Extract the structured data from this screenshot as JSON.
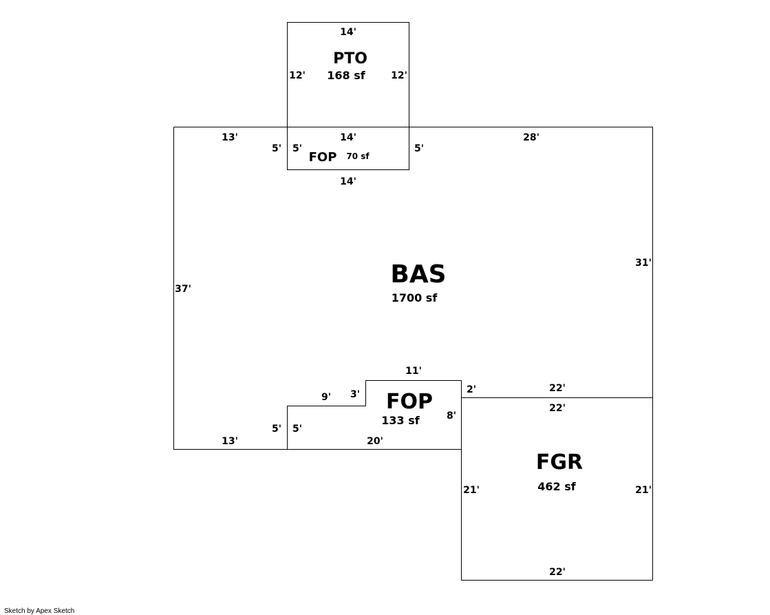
{
  "areas": {
    "bas": {
      "name": "BAS",
      "sf": "1700 sf"
    },
    "pto": {
      "name": "PTO",
      "sf": "168 sf"
    },
    "fop_top": {
      "name": "FOP",
      "sf": "70 sf"
    },
    "fop_bottom": {
      "name": "FOP",
      "sf": "133 sf"
    },
    "fgr": {
      "name": "FGR",
      "sf": "462 sf"
    }
  },
  "dimensions": {
    "pto_top": "14'",
    "pto_left": "12'",
    "pto_right": "12'",
    "bas_top_left": "13'",
    "fop_top_top": "14'",
    "fop_top_left_outer": "5'",
    "fop_top_left_inner": "5'",
    "fop_top_right": "5'",
    "fop_top_bottom": "14'",
    "bas_top_right": "28'",
    "bas_left": "37'",
    "bas_right": "31'",
    "fop_bottom_top": "11'",
    "fop_bottom_step_width": "9'",
    "fop_bottom_step_height": "3'",
    "fop_bottom_right": "8'",
    "fop_bottom_bottom": "20'",
    "fop_bottom_left_outer": "5'",
    "fop_bottom_left_inner": "5'",
    "bas_bottom_left": "13'",
    "bas_right_step": "2'",
    "bas_fgr_shared_top": "22'",
    "fgr_top": "22'",
    "fgr_left": "21'",
    "fgr_right": "21'",
    "fgr_bottom": "22'"
  },
  "credit": "Sketch by Apex Sketch"
}
